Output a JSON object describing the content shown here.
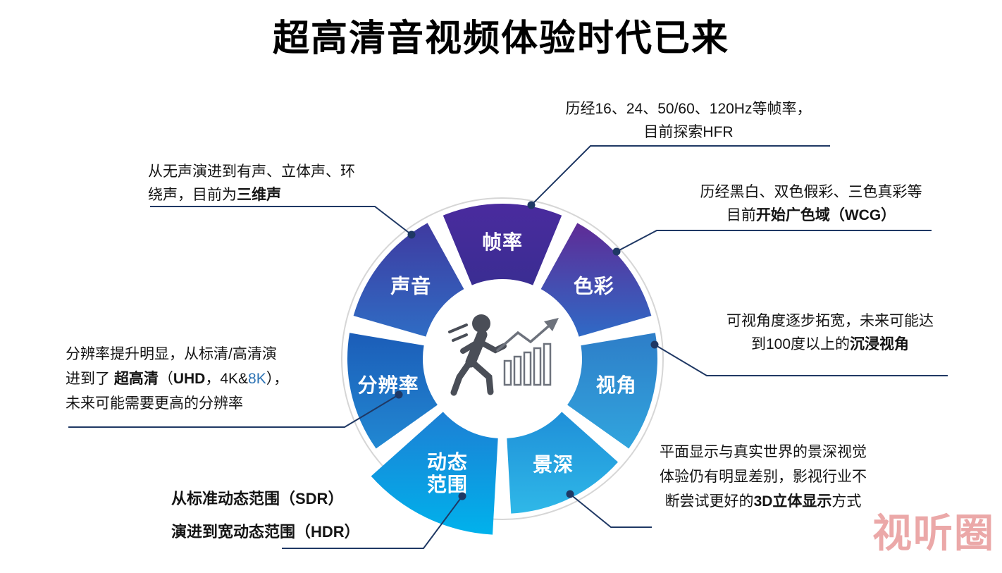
{
  "title": "超高清音视频体验时代已来",
  "watermark": "视听圈",
  "colors": {
    "leader_line": "#1f3864",
    "accent_blue": "#2e74b5",
    "watermark": "#e89a9a",
    "icon_gray": "#4a4e57",
    "chart_gray": "#6d727c"
  },
  "wheel": {
    "icon": "running-person-with-rising-bar-chart",
    "segments": [
      {
        "id": "frame-rate",
        "label_lines": [
          "帧率"
        ],
        "start": -22.5,
        "end": 22.5,
        "c_top": "#4a2b9e",
        "c_bottom": "#3a2d92",
        "label_r": 166
      },
      {
        "id": "color",
        "label_lines": [
          "色彩"
        ],
        "start": 28.9,
        "end": 73.9,
        "c_top": "#5f2b96",
        "c_bottom": "#2f6ac6",
        "label_r": 166
      },
      {
        "id": "viewing-angle",
        "label_lines": [
          "视角"
        ],
        "start": 80.4,
        "end": 125.4,
        "c_top": "#2e7ec8",
        "c_bottom": "#31a5de",
        "label_r": 166
      },
      {
        "id": "depth",
        "label_lines": [
          "景深"
        ],
        "start": 131.8,
        "end": 176.8,
        "c_top": "#1f8fd8",
        "c_bottom": "#2fb8e8",
        "label_r": 166
      },
      {
        "id": "dynamic-range",
        "label_lines": [
          "动态",
          "范围"
        ],
        "start": 183.2,
        "end": 228.2,
        "c_top": "#1d7fd4",
        "c_bottom": "#00b2ec",
        "outer_r": 250,
        "label_r": 180
      },
      {
        "id": "resolution",
        "label_lines": [
          "分辨率"
        ],
        "start": 234.6,
        "end": 279.6,
        "c_top": "#1c5db8",
        "c_bottom": "#2188d2",
        "label_r": 166
      },
      {
        "id": "sound",
        "label_lines": [
          "声音"
        ],
        "start": 286.1,
        "end": 331.1,
        "c_top": "#3f3aa0",
        "c_bottom": "#2f6cc4",
        "label_r": 166
      }
    ]
  },
  "annotations": {
    "sound": {
      "lines": [
        [
          {
            "t": "从无声演进到有声、立体声、环"
          }
        ],
        [
          {
            "t": "绕声，目前为"
          },
          {
            "t": "三维声",
            "b": true
          }
        ]
      ]
    },
    "frame_rate": {
      "lines": [
        [
          {
            "t": "历经16、24、50/60、120Hz等帧率，"
          }
        ],
        [
          {
            "t": "目前探索HFR"
          }
        ]
      ]
    },
    "color": {
      "lines": [
        [
          {
            "t": "历经黑白、双色假彩、三色真彩等"
          }
        ],
        [
          {
            "t": "目前"
          },
          {
            "t": "开始广色域（WCG）",
            "b": true
          }
        ]
      ]
    },
    "viewing_angle": {
      "lines": [
        [
          {
            "t": "可视角度逐步拓宽，未来可能达"
          }
        ],
        [
          {
            "t": "到100度以上的"
          },
          {
            "t": "沉浸视角",
            "b": true
          }
        ]
      ]
    },
    "depth": {
      "lines": [
        [
          {
            "t": "平面显示与真实世界的景深视觉"
          }
        ],
        [
          {
            "t": "体验仍有明显差别，影视行业不"
          }
        ],
        [
          {
            "t": "断尝试更好的"
          },
          {
            "t": "3D立体显示",
            "b": true
          },
          {
            "t": "方式"
          }
        ]
      ]
    },
    "dynamic_range": {
      "lines": [
        [
          {
            "t": "从标准动态范围（SDR）",
            "b": true
          }
        ],
        [
          {
            "t": "演进到宽动态范围（HDR）",
            "b": true
          }
        ]
      ]
    },
    "resolution": {
      "lines": [
        [
          {
            "t": "分辨率提升明显，从标清/高清演"
          }
        ],
        [
          {
            "t": "进到了 "
          },
          {
            "t": "超高清",
            "b": true
          },
          {
            "t": "（"
          },
          {
            "t": "UHD",
            "b": true
          },
          {
            "t": "，4K&"
          },
          {
            "t": "8K",
            "c": "#2e74b5"
          },
          {
            "t": "），"
          }
        ],
        [
          {
            "t": "未来可能需要更高的分辨率"
          }
        ]
      ]
    }
  }
}
